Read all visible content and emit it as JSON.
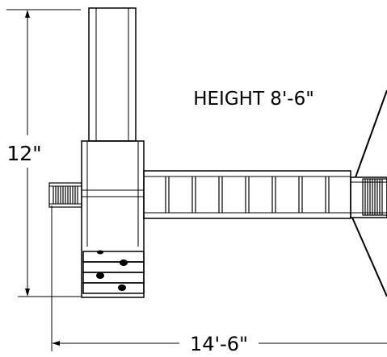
{
  "labels": {
    "height": "HEIGHT 8'-6\"",
    "width_dim": "12\"",
    "length_dim": "14'-6\""
  },
  "colors": {
    "line": "#000000",
    "background": "#ffffff"
  }
}
